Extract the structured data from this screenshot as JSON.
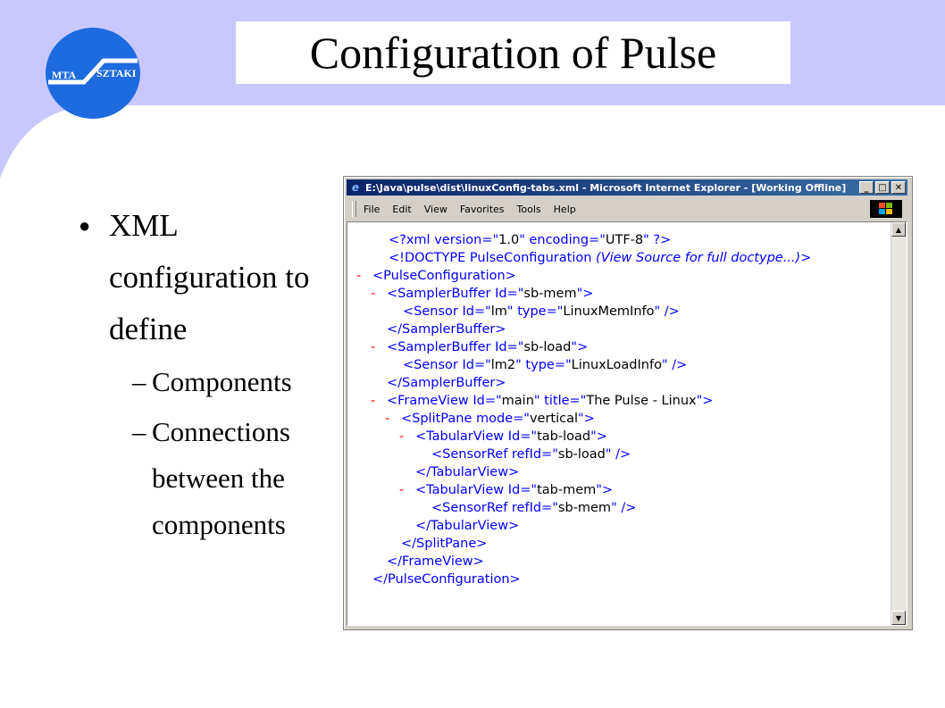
{
  "slide": {
    "title": "Configuration of Pulse",
    "logo_left_text": "MTA",
    "logo_right_text": "SZTAKI",
    "colors": {
      "background_band": "#c8c8ff",
      "logo_blue": "#1e6be0"
    },
    "bullet": {
      "text": "XML configuration to define"
    },
    "sub_bullets": [
      {
        "text": "Components"
      },
      {
        "text": "Connections between the components"
      }
    ]
  },
  "browser": {
    "window_title": "E:\\Java\\pulse\\dist\\linuxConfig-tabs.xml - Microsoft Internet Explorer - [Working Offline]",
    "menu": [
      "File",
      "Edit",
      "View",
      "Favorites",
      "Tools",
      "Help"
    ],
    "xml_lines": [
      {
        "minus": "",
        "pre": "<?xml version=\"1.0\" encoding=\"UTF-8\" ?>"
      },
      {
        "minus": "",
        "pre": "<!DOCTYPE PulseConfiguration ",
        "italic": "(View Source for full doctype...)",
        "post": ">"
      },
      {
        "minus": "-",
        "pre": "<PulseConfiguration>"
      },
      {
        "minus": "-",
        "pre": "<SamplerBuffer Id=\"sb-mem\">"
      },
      {
        "minus": "",
        "pre": "<Sensor Id=\"lm\" type=\"LinuxMemInfo\" />"
      },
      {
        "minus": "",
        "pre": "</SamplerBuffer>"
      },
      {
        "minus": "-",
        "pre": "<SamplerBuffer Id=\"sb-load\">"
      },
      {
        "minus": "",
        "pre": "<Sensor Id=\"lm2\" type=\"LinuxLoadInfo\" />"
      },
      {
        "minus": "",
        "pre": "</SamplerBuffer>"
      },
      {
        "minus": "-",
        "pre": "<FrameView Id=\"main\" title=\"The Pulse - Linux\">"
      },
      {
        "minus": "-",
        "pre": "<SplitPane mode=\"vertical\">"
      },
      {
        "minus": "-",
        "pre": "<TabularView Id=\"tab-load\">"
      },
      {
        "minus": "",
        "pre": "<SensorRef refId=\"sb-load\" />"
      },
      {
        "minus": "",
        "pre": "</TabularView>"
      },
      {
        "minus": "-",
        "pre": "<TabularView Id=\"tab-mem\">"
      },
      {
        "minus": "",
        "pre": "<SensorRef refId=\"sb-mem\" />"
      },
      {
        "minus": "",
        "pre": "</TabularView>"
      },
      {
        "minus": "",
        "pre": "</SplitPane>"
      },
      {
        "minus": "",
        "pre": "</FrameView>"
      },
      {
        "minus": "",
        "pre": "</PulseConfiguration>"
      }
    ]
  }
}
